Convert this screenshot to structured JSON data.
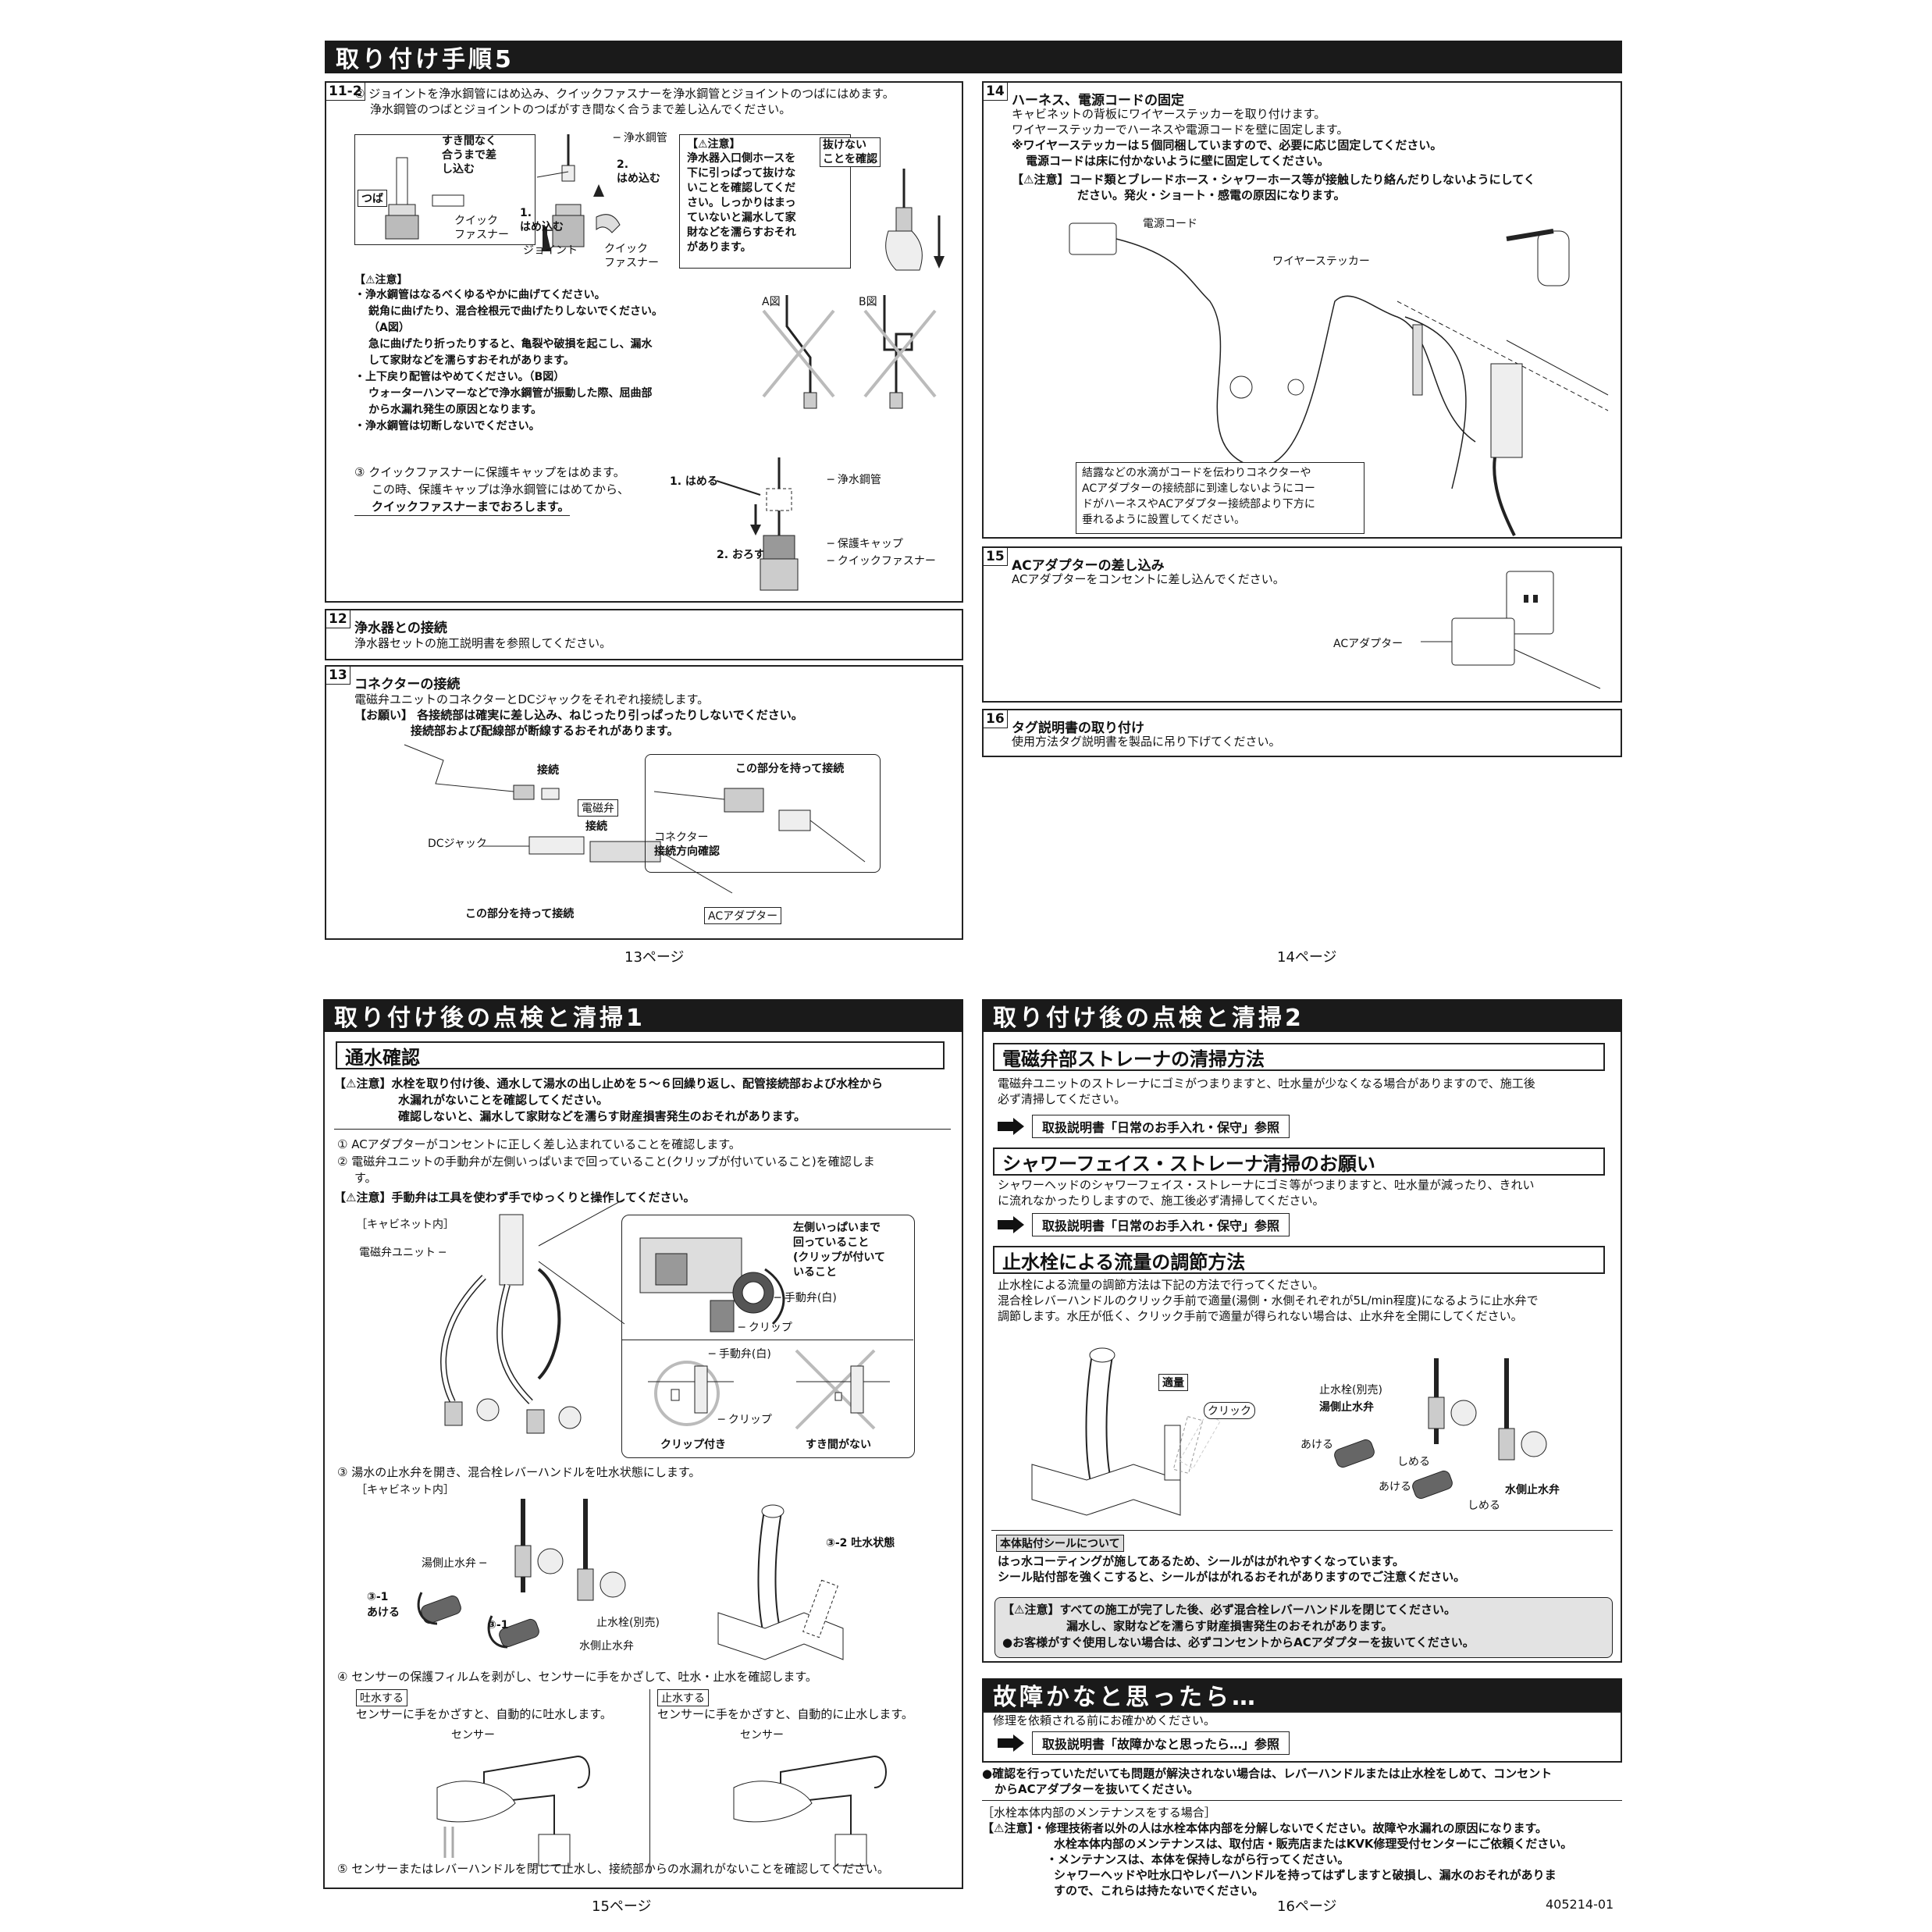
{
  "p13": {
    "header": "取り付け手順5",
    "s11": {
      "num": "11-2",
      "l1": "② ジョイントを浄水鋼管にはめ込み、クイックファスナーを浄水鋼管とジョイントのつばにはめます。",
      "l2": "浄水鋼管のつばとジョイントのつばがすき間なく合うまで差し込んでください。",
      "lbl_sukima": [
        "すき間なく",
        "合うまで差",
        "し込む"
      ],
      "lbl_tsuba": "つば",
      "lbl_quick1": [
        "クイック",
        "ファスナー"
      ],
      "lbl_pipe": "浄水鋼管",
      "lbl_hamekomu1": [
        "1.",
        "はめ込む"
      ],
      "lbl_hamekomu2": [
        "2.",
        "はめ込む"
      ],
      "lbl_joint": "ジョイント",
      "lbl_quick2": [
        "クイック",
        "ファスナー"
      ],
      "caution_title": "【⚠注意】",
      "caution_lines": [
        "浄水器入口側ホースを",
        "下に引っぱって抜けな",
        "いことを確認してくだ",
        "さい。しっかりはまっ",
        "ていないと漏水して家",
        "財などを濡らすおそれ",
        "があります。"
      ],
      "lbl_nukenai": [
        "抜けない",
        "ことを確認"
      ],
      "caution2_title": "【⚠注意】",
      "c2": [
        "・浄水鋼管はなるべくゆるやかに曲げてください。",
        "鋭角に曲げたり、混合栓根元で曲げたりしないでください。",
        "（A図）",
        "急に曲げたり折ったりすると、亀裂や破損を起こし、漏水",
        "して家財などを濡らすおそれがあります。",
        "・上下戻り配管はやめてください。（B図）",
        "ウォーターハンマーなどで浄水鋼管が振動した際、屈曲部",
        "から水漏れ発生の原因となります。",
        "・浄水鋼管は切断しないでください。"
      ],
      "fig_a": "A図",
      "fig_b": "B図",
      "step3": [
        "③ クイックファスナーに保護キャップをはめます。",
        "この時、保護キャップは浄水鋼管にはめてから、",
        "クイックファスナーまでおろします。"
      ],
      "lbl_hameru": "1. はめる",
      "lbl_orosu": "2. おろす",
      "lbl_pipe2": "浄水鋼管",
      "lbl_cap": "保護キャップ",
      "lbl_quick3": "クイックファスナー"
    },
    "s12": {
      "num": "12",
      "title": "浄水器との接続",
      "text": "浄水器セットの施工説明書を参照してください。"
    },
    "s13": {
      "num": "13",
      "title": "コネクターの接続",
      "l1": "電磁弁ユニットのコネクターとDCジャックをそれぞれ接続します。",
      "l2": "【お願い】 各接続部は確実に差し込み、ねじったり引っぱったりしないでください。",
      "l3": "接続部および配線部が断線するおそれがあります。",
      "lbl_setsuzoku1": "接続",
      "lbl_denjiben": "電磁弁",
      "lbl_setsuzoku2": "接続",
      "lbl_dcjack": "DCジャック",
      "lbl_motte1": "この部分を持って接続",
      "lbl_motte2": "この部分を持って接続",
      "lbl_connector": [
        "コネクター",
        "接続方向確認"
      ],
      "lbl_acadapter": "ACアダプター"
    },
    "page": "13ページ"
  },
  "p14": {
    "s14": {
      "num": "14",
      "title": "ハーネス、電源コードの固定",
      "lines": [
        "キャビネットの背板にワイヤーステッカーを取り付けます。",
        "ワイヤーステッカーでハーネスや電源コードを壁に固定します。",
        "※ワイヤーステッカーは５個同梱していますので、必要に応じ固定してください。",
        "電源コードは床に付かないように壁に固定してください。",
        "【⚠注意】コード類とブレードホース・シャワーホース等が接触したり絡んだりしないようにしてく",
        "ださい。発火・ショート・感電の原因になります。"
      ],
      "lbl_cord": "電源コード",
      "lbl_sticker": "ワイヤーステッカー",
      "note": [
        "結露などの水滴がコードを伝わりコネクターや",
        "ACアダプターの接続部に到達しないようにコー",
        "ドがハーネスやACアダプター接続部より下方に",
        "垂れるように設置してください。"
      ]
    },
    "s15": {
      "num": "15",
      "title": "ACアダプターの差し込み",
      "text": "ACアダプターをコンセントに差し込んでください。",
      "lbl": "ACアダプター"
    },
    "s16": {
      "num": "16",
      "title": "タグ説明書の取り付け",
      "text": "使用方法タグ説明書を製品に吊り下げてください。"
    },
    "page": "14ページ"
  },
  "p15": {
    "header": "取り付け後の点検と清掃1",
    "sub": "通水確認",
    "c1": [
      "【⚠注意】水栓を取り付け後、通水して湯水の出し止めを５～６回繰り返し、配管接続部および水栓から",
      "水漏れがないことを確認してください。",
      "確認しないと、漏水して家財などを濡らす財産損害発生のおそれがあります。"
    ],
    "s1": "① ACアダプターがコンセントに正しく差し込まれていることを確認します。",
    "s2": [
      "② 電磁弁ユニットの手動弁が左側いっぱいまで回っていること(クリップが付いていること)を確認しま",
      "す。"
    ],
    "c2": "【⚠注意】手動弁は工具を使わず手でゆっくりと操作してください。",
    "lbl_cab1": "［キャビネット内］",
    "lbl_unit": "電磁弁ユニット",
    "lbl_hidari": [
      "左側いっぱいまで",
      "回っていること",
      "(クリップが付いて",
      "いること"
    ],
    "lbl_shudo1": "手動弁(白)",
    "lbl_clip1": "クリップ",
    "lbl_shudo2": "手動弁(白)",
    "lbl_clip2": "クリップ",
    "lbl_clipon": "クリップ付き",
    "lbl_sukimanai": "すき間がない",
    "s3": "③ 湯水の止水弁を開き、混合栓レバーハンドルを吐水状態にします。",
    "lbl_cab2": "［キャビネット内］",
    "lbl_yugawa": "湯側止水弁",
    "lbl_31a": [
      "③-1",
      "あける"
    ],
    "lbl_31b": "③-1",
    "lbl_shisuisen": "止水栓(別売)",
    "lbl_mizugawa": "水側止水弁",
    "lbl_32": "③-2 吐水状態",
    "s4": "④ センサーの保護フィルムを剥がし、センサーに手をかざして、吐水・止水を確認します。",
    "tag_tosui": "吐水する",
    "txt_tosui": "センサーに手をかざすと、自動的に吐水します。",
    "tag_shisui": "止水する",
    "txt_shisui": "センサーに手をかざすと、自動的に止水します。",
    "lbl_sensor1": "センサー",
    "lbl_sensor2": "センサー",
    "s5": "⑤ センサーまたはレバーハンドルを閉じて止水し、接続部からの水漏れがないことを確認してください。",
    "page": "15ページ"
  },
  "p16": {
    "header": "取り付け後の点検と清掃2",
    "sub1": "電磁弁部ストレーナの清掃方法",
    "t1": [
      "電磁弁ユニットのストレーナにゴミがつまりますと、吐水量が少なくなる場合がありますので、施工後",
      "必ず清掃してください。"
    ],
    "ref1": "取扱説明書「日常のお手入れ・保守」参照",
    "sub2": "シャワーフェイス・ストレーナ清掃のお願い",
    "t2": [
      "シャワーヘッドのシャワーフェイス・ストレーナにゴミ等がつまりますと、吐水量が減ったり、きれい",
      "に流れなかったりしますので、施工後必ず清掃してください。"
    ],
    "ref2": "取扱説明書「日常のお手入れ・保守」参照",
    "sub3": "止水栓による流量の調節方法",
    "t3": [
      "止水栓による流量の調節方法は下記の方法で行ってください。",
      "混合栓レバーハンドルのクリック手前で適量(湯側・水側それぞれが5L/min程度)になるように止水弁で",
      "調節します。水圧が低く、クリック手前で適量が得られない場合は、止水弁を全開にしてください。"
    ],
    "lbl_tekiryo": "適量",
    "lbl_click": "クリック",
    "lbl_shisuisen": "止水栓(別売)",
    "lbl_yugawa": "湯側止水弁",
    "lbl_akeru1": "あける",
    "lbl_shimeru1": "しめる",
    "lbl_akeru2": "あける",
    "lbl_shimeru2": "しめる",
    "lbl_mizugawa": "水側止水弁",
    "seal_tag": "本体貼付シールについて",
    "seal": [
      "はっ水コーティングが施してあるため、シールがはがれやすくなっています。",
      "シール貼付部を強くこすると、シールがはがれるおそれがありますのでご注意ください。"
    ],
    "final": [
      "【⚠注意】すべての施工が完了した後、必ず混合栓レバーハンドルを閉じてください。",
      "漏水し、家財などを濡らす財産損害発生のおそれがあります。",
      "●お客様がすぐ使用しない場合は、必ずコンセントからACアダプターを抜いてください。"
    ],
    "header2": "故障かなと思ったら…",
    "t4": "修理を依頼される前にお確かめください。",
    "ref3": "取扱説明書「故障かなと思ったら…」参照",
    "t5": [
      "●確認を行っていただいても問題が解決されない場合は、レバーハンドルまたは止水栓をしめて、コンセント",
      "からACアダプターを抜いてください。"
    ],
    "maint_title": "［水栓本体内部のメンテナンスをする場合］",
    "maint": [
      "【⚠注意】・修理技術者以外の人は水栓本体内部を分解しないでください。故障や水漏れの原因になります。",
      "水栓本体内部のメンテナンスは、取付店・販売店またはKVK修理受付センターにご依頼ください。",
      "・メンテナンスは、本体を保持しながら行ってください。",
      "シャワーヘッドや吐水口やレバーハンドルを持ってはずしますと破損し、漏水のおそれがありま",
      "すので、これらは持たないでください。"
    ],
    "page": "16ページ",
    "docno": "405214-01"
  }
}
